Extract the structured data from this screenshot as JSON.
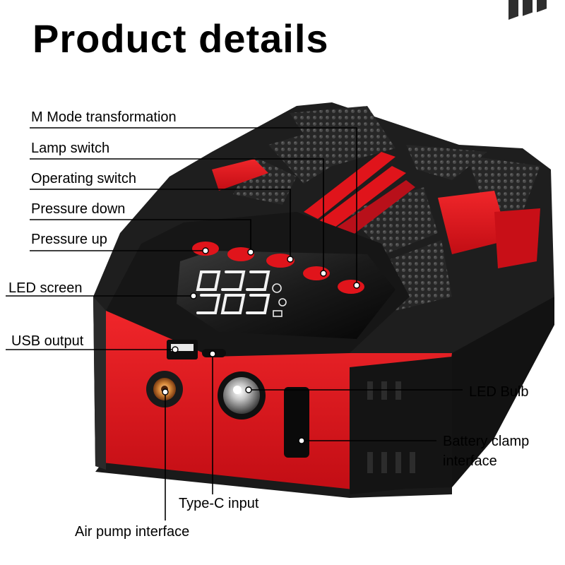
{
  "title": "Product details",
  "labels": {
    "m_mode": "M Mode transformation",
    "lamp_switch": "Lamp switch",
    "operating_switch": "Operating switch",
    "pressure_down": "Pressure down",
    "pressure_up": "Pressure up",
    "led_screen": "LED screen",
    "usb_output": "USB output",
    "led_bulb": "LED Bulb",
    "battery_clamp_1": "Battery clamp",
    "battery_clamp_2": "interface",
    "type_c": "Type-C input",
    "air_pump": "Air pump interface"
  },
  "colors": {
    "accent_red": "#e0141b",
    "body_black": "#1c1c1c",
    "screen_white": "#f2f2f2"
  }
}
